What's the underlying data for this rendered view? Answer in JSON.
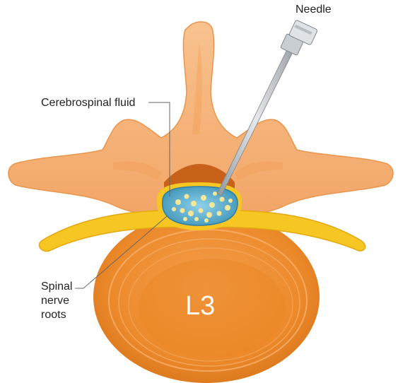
{
  "labels": {
    "needle": "Needle",
    "csf": "Cerebrospinal fluid",
    "roots_line1": "Spinal",
    "roots_line2": "nerve",
    "roots_line3": "roots",
    "vertebra": "L3"
  },
  "colors": {
    "bone_light": "#f6b77e",
    "bone_mid": "#f09a4e",
    "bone_dark": "#d97a2b",
    "body_ring": "#ef8f2f",
    "body_inner": "#ea8424",
    "nerve": "#f6c623",
    "nerve_dark": "#e4a810",
    "csf": "#5fb6d6",
    "csf_dark": "#2f7ea1",
    "dots": "#f5e79a",
    "needle": "#c9ced3",
    "leader": "#666666"
  },
  "icons": {
    "needle": "needle-icon",
    "vertebra": "vertebra-illustration"
  }
}
